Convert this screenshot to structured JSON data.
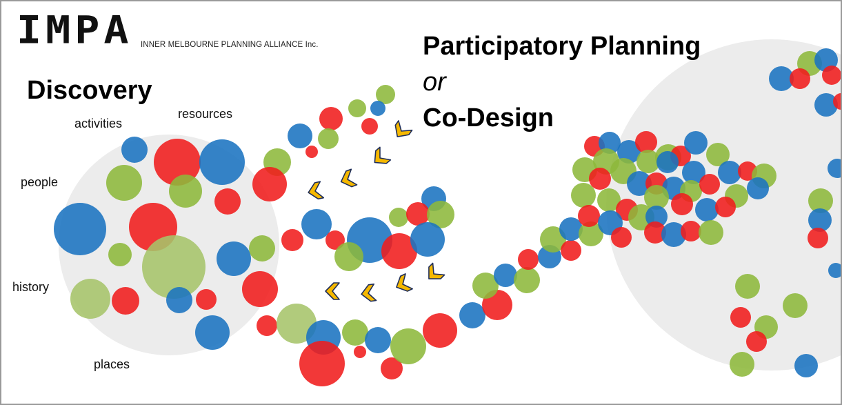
{
  "logo": {
    "mark": "IMPA",
    "name": "INNER MELBOURNE PLANNING ALLIANCE Inc."
  },
  "title": {
    "line1": "Participatory Planning",
    "connector": "or",
    "line2": "Co-Design"
  },
  "discovery": {
    "heading": "Discovery",
    "labels": {
      "activities": "activities",
      "resources": "resources",
      "people": "people",
      "history": "history",
      "places": "places"
    }
  },
  "colors": {
    "red": "#f01c1c",
    "blue": "#1a73c0",
    "green": "#8db83b",
    "light_green": "#a6c46a",
    "arrow_fill": "#f5b800",
    "arrow_outline": "#1f2e5a",
    "zone_gray": "#ececec"
  },
  "icons": [
    "chevron-left-arrow-icon"
  ]
}
